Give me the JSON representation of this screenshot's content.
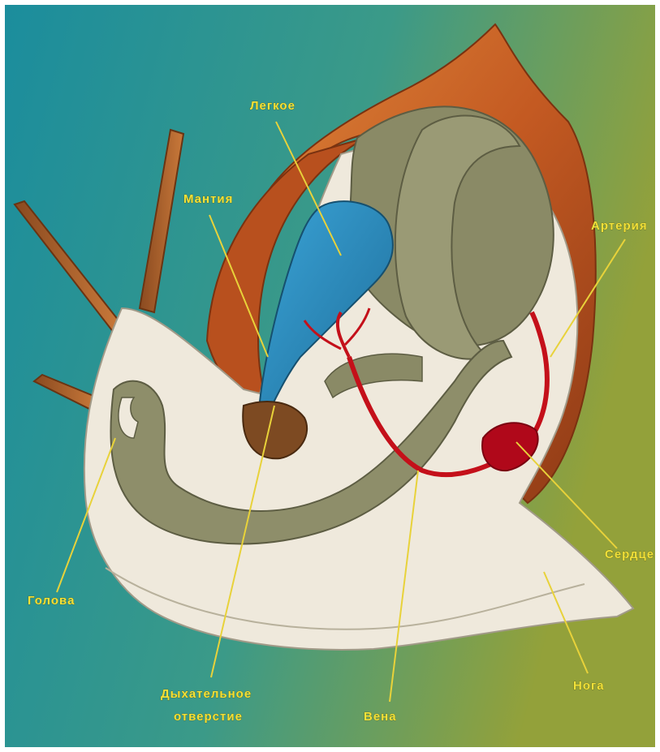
{
  "diagram": {
    "labels": {
      "lung": "Легкое",
      "mantle": "Мантия",
      "artery": "Артерия",
      "heart": "Сердце",
      "head": "Голова",
      "breathing_hole_line1": "Дыхательное",
      "breathing_hole_line2": "отверстие",
      "vein": "Вена",
      "foot": "Нога"
    },
    "colors": {
      "background_left": "#1f8f9a",
      "background_right": "#8a9a3a",
      "shell": "#c8622a",
      "body": "#efeae0",
      "organs": "#8a8a66",
      "lung": "#2f8fc0",
      "vessels": "#c4101a",
      "label": "#f2e23a"
    }
  }
}
